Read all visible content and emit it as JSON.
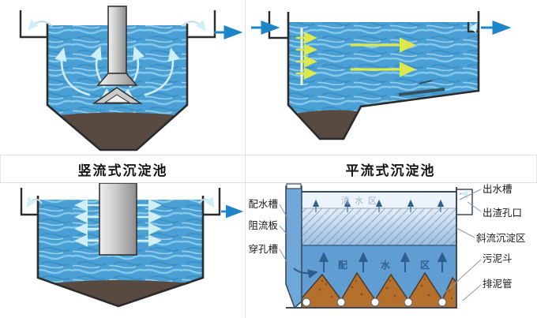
{
  "captions": {
    "vertical_flow": "竖流式沉淀池",
    "horizontal_flow": "平流式沉淀池"
  },
  "inclined_diagram": {
    "left_labels": [
      "配水槽",
      "阻流板",
      "穿孔槽"
    ],
    "right_labels": [
      "出水槽",
      "出渣孔口",
      "斜流沉淀区",
      "污泥斗",
      "排泥管"
    ],
    "zone_labels": {
      "clear_water": "清水区",
      "distribution_chars": [
        "配",
        "水",
        "区"
      ]
    }
  },
  "colors": {
    "water_blue": "#4aa0d4",
    "sludge_brown": "#584a41",
    "pipe_gray": "#c9c9c9",
    "flow_arrow_blue": "#1d86c8",
    "circulation_arrow_pale": "#cfeef5",
    "velocity_arrow_yellow": "#dde84a",
    "inclined_tank_blue": "#5f9dd3",
    "sludge_pile_orange": "#b5702e",
    "grid_line": "#e0e0e0"
  }
}
